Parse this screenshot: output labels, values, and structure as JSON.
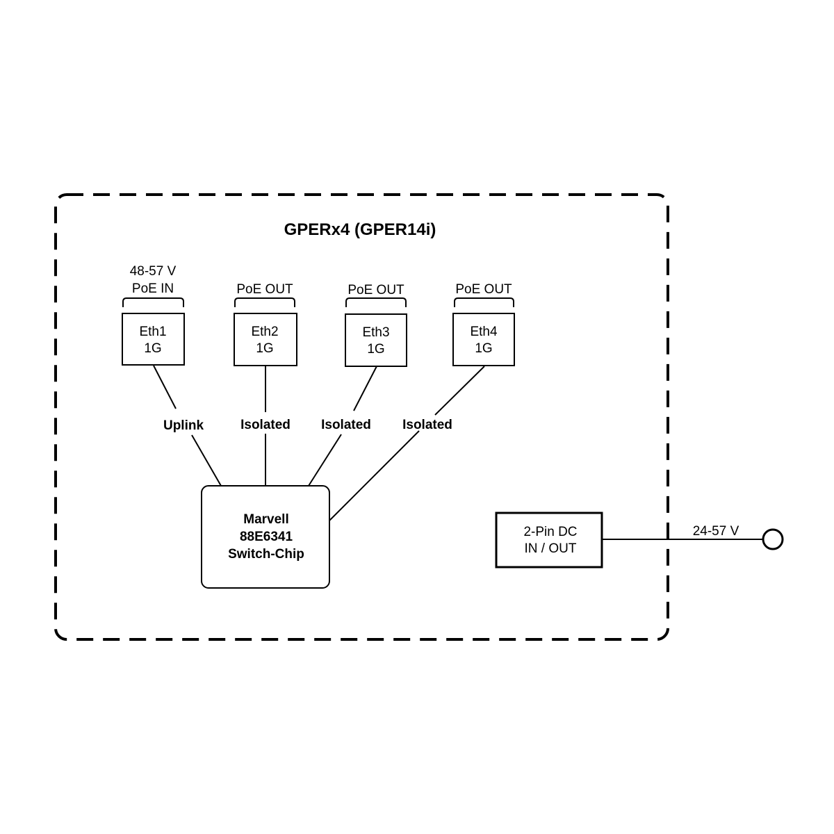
{
  "title": "GPERx4 (GPER14i)",
  "ports": [
    {
      "name": "Eth1",
      "speed": "1G",
      "power_line1": "48-57 V",
      "power_line2": "PoE IN",
      "link_label": "Uplink"
    },
    {
      "name": "Eth2",
      "speed": "1G",
      "power_line1": "",
      "power_line2": "PoE OUT",
      "link_label": "Isolated"
    },
    {
      "name": "Eth3",
      "speed": "1G",
      "power_line1": "",
      "power_line2": "PoE OUT",
      "link_label": "Isolated"
    },
    {
      "name": "Eth4",
      "speed": "1G",
      "power_line1": "",
      "power_line2": "PoE OUT",
      "link_label": "Isolated"
    }
  ],
  "switch_chip": {
    "line1": "Marvell",
    "line2": "88E6341",
    "line3": "Switch-Chip"
  },
  "dc_input": {
    "line1": "2-Pin DC",
    "line2": "IN / OUT",
    "voltage": "24-57 V"
  },
  "colors": {
    "stroke": "#000000",
    "background": "#ffffff"
  }
}
